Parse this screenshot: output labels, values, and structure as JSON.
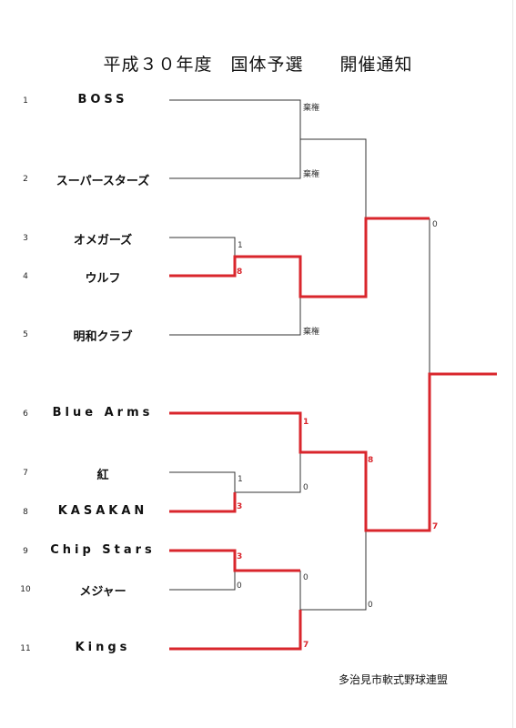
{
  "title": "平成３０年度　国体予選　　開催通知",
  "organizer": "多治見市軟式野球連盟",
  "colors": {
    "line": "#333333",
    "winner": "#d9262c"
  },
  "teams": [
    {
      "seed": "1",
      "name": "BOSS"
    },
    {
      "seed": "2",
      "name": "スーパースターズ"
    },
    {
      "seed": "3",
      "name": "オメガーズ"
    },
    {
      "seed": "4",
      "name": "ウルフ"
    },
    {
      "seed": "5",
      "name": "明和クラブ"
    },
    {
      "seed": "6",
      "name": "Blue Arms"
    },
    {
      "seed": "7",
      "name": "紅"
    },
    {
      "seed": "8",
      "name": "KASAKAN"
    },
    {
      "seed": "9",
      "name": "Chip Stars"
    },
    {
      "seed": "10",
      "name": "メジャー"
    },
    {
      "seed": "11",
      "name": "Kings"
    }
  ],
  "results": {
    "boss_vs_superstars": {
      "top": "棄権",
      "bottom": "棄権"
    },
    "omegas_vs_wolf": {
      "top": "1",
      "bottom": "8"
    },
    "meiwa": "棄権",
    "kurenai_vs_kasakan": {
      "top": "1",
      "bottom": "3"
    },
    "chipstars_vs_major": {
      "top": "3",
      "bottom": "0"
    },
    "bluearms_vs_kasakan": {
      "top": "1",
      "bottom": "0"
    },
    "chipstars_vs_kings": {
      "top": "0",
      "bottom": "7"
    },
    "bluearms_vs_kings": {
      "top": "8",
      "bottom": "0"
    },
    "final": {
      "top": "0",
      "bottom": "7"
    }
  }
}
